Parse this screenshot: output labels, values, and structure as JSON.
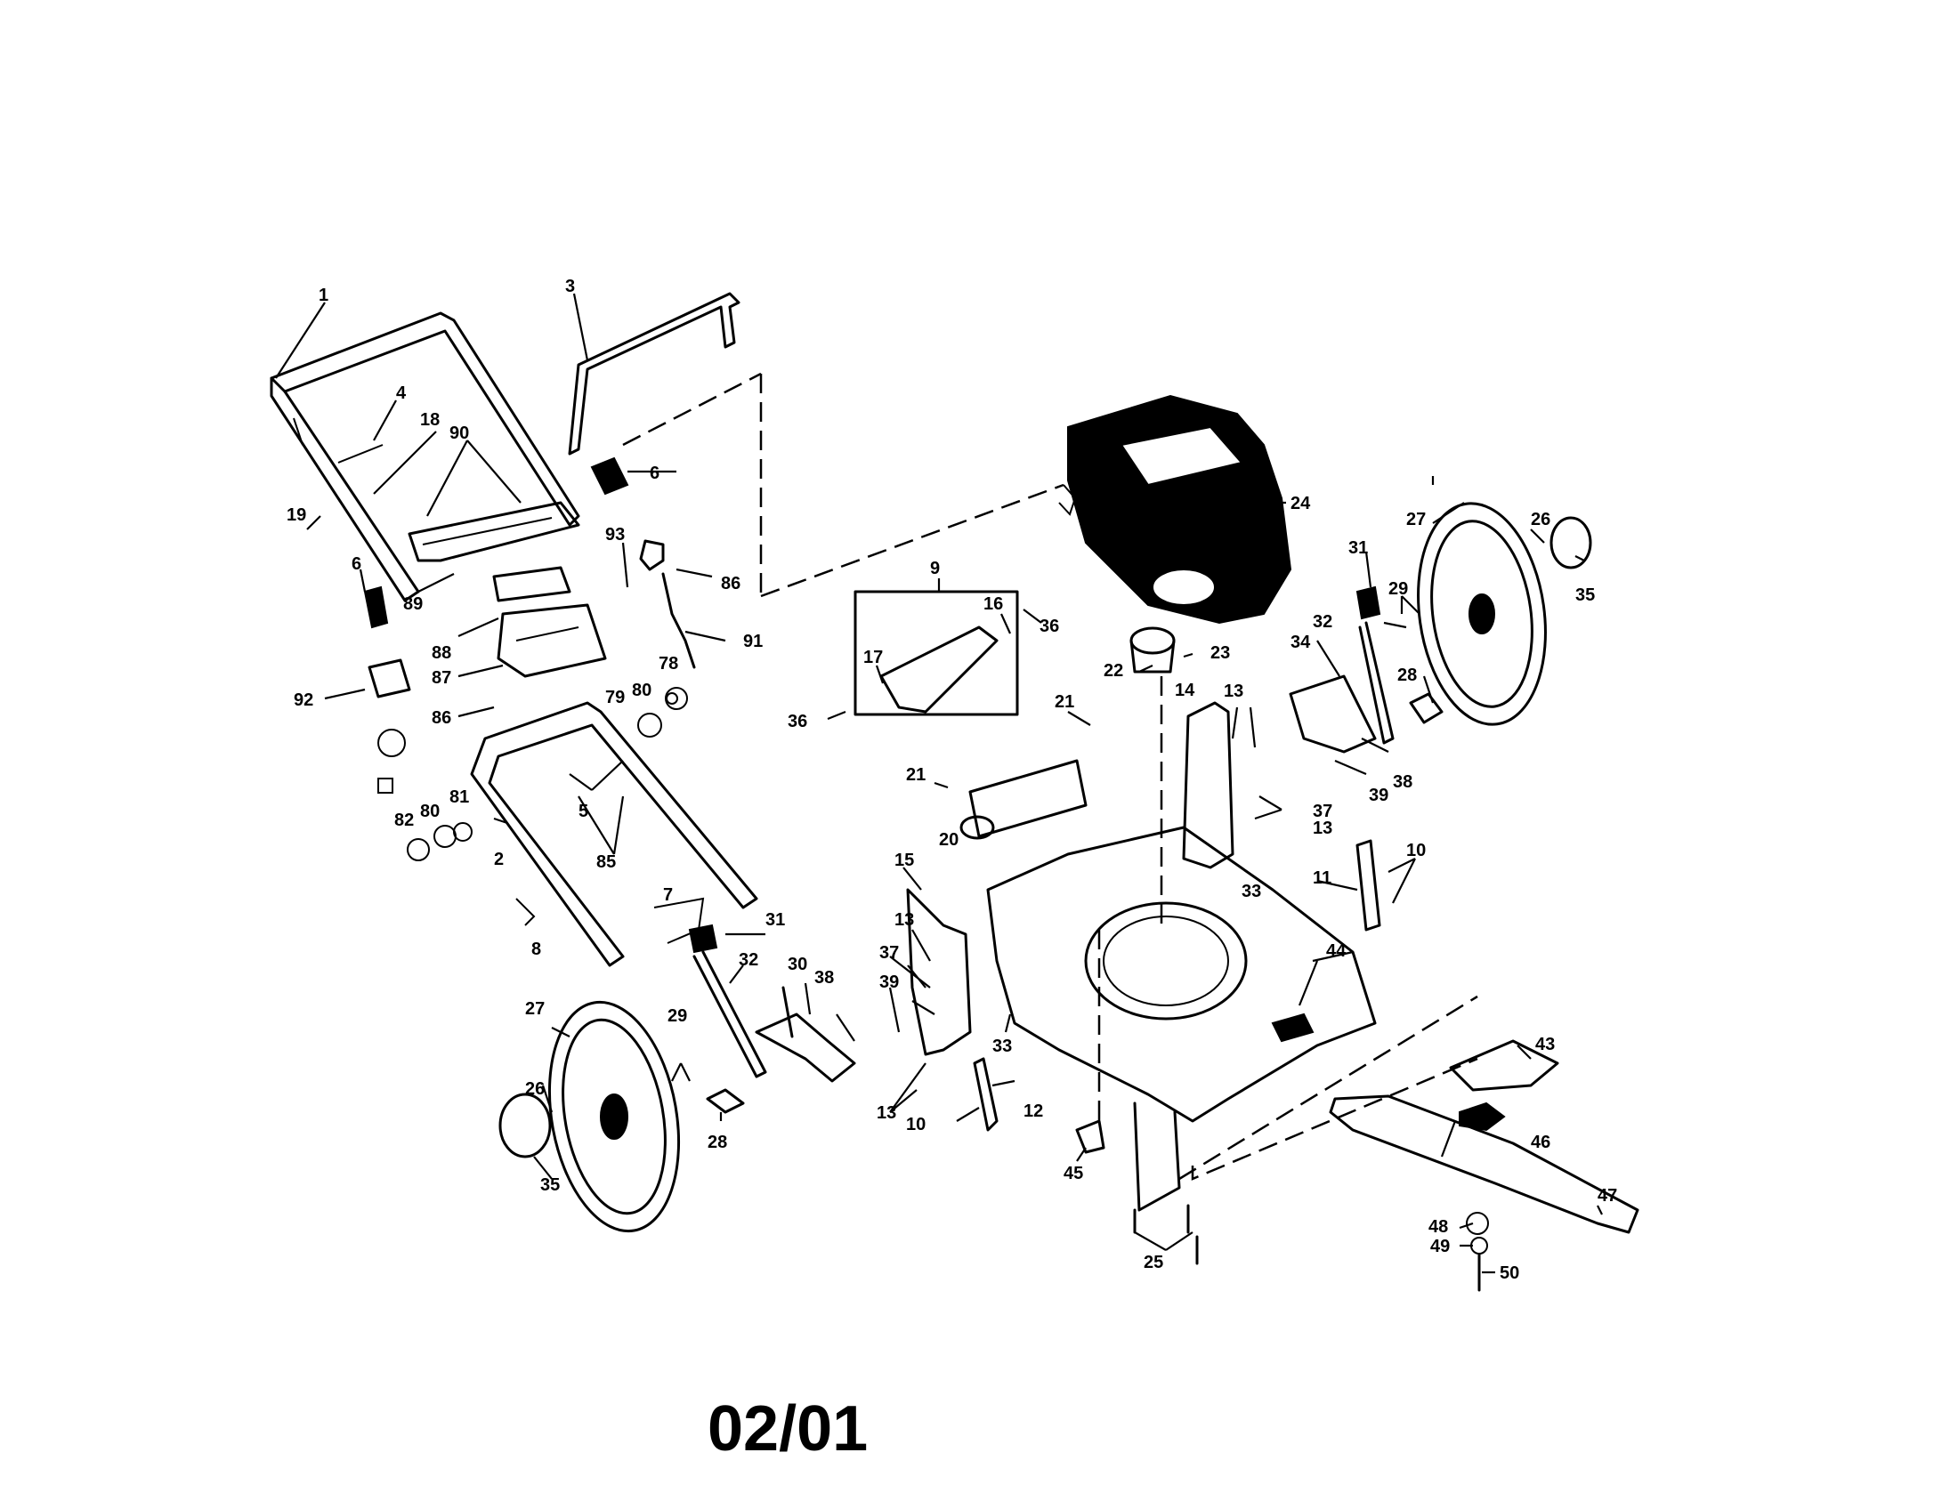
{
  "footer_code": "02/01",
  "callouts": [
    "1",
    "2",
    "3",
    "4",
    "5",
    "6",
    "6",
    "7",
    "8",
    "9",
    "10",
    "10",
    "11",
    "12",
    "13",
    "13",
    "13",
    "13",
    "14",
    "15",
    "16",
    "17",
    "18",
    "19",
    "20",
    "21",
    "21",
    "22",
    "23",
    "24",
    "25",
    "26",
    "26",
    "27",
    "27",
    "28",
    "28",
    "29",
    "29",
    "30",
    "31",
    "31",
    "32",
    "32",
    "33",
    "33",
    "34",
    "35",
    "35",
    "36",
    "36",
    "37",
    "37",
    "38",
    "38",
    "39",
    "39",
    "43",
    "44",
    "45",
    "46",
    "47",
    "48",
    "49",
    "50",
    "78",
    "79",
    "80",
    "80",
    "81",
    "82",
    "85",
    "86",
    "86",
    "87",
    "88",
    "89",
    "90",
    "91",
    "92",
    "93"
  ],
  "icons": [
    "handle-icon",
    "engine-icon",
    "wheel-icon",
    "mower-deck-icon",
    "blade-icon"
  ],
  "colors": {
    "ink": "#000000",
    "paper": "#ffffff"
  }
}
